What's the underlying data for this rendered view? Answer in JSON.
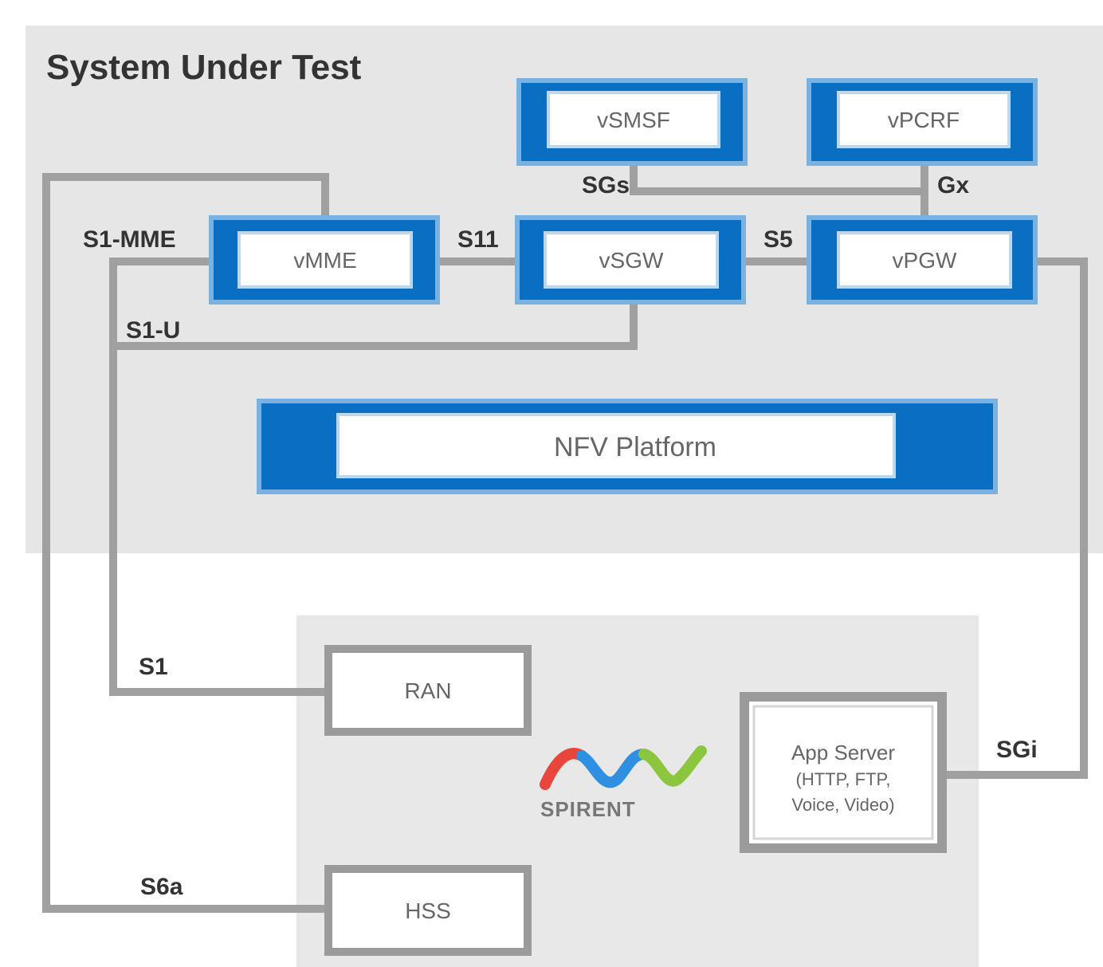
{
  "sut": {
    "title": "System Under Test",
    "nodes": {
      "vsmsf": "vSMSF",
      "vpcrf": "vPCRF",
      "vmme": "vMME",
      "vsgw": "vSGW",
      "vpgw": "vPGW"
    },
    "platform": "NFV Platform"
  },
  "links": {
    "s1_mme": "S1-MME",
    "s11": "S11",
    "s5": "S5",
    "s1_u": "S1-U",
    "sgs": "SGs",
    "gx": "Gx",
    "s1": "S1",
    "s6a": "S6a",
    "sgi": "SGi"
  },
  "tester": {
    "ran": "RAN",
    "hss": "HSS",
    "app_server": [
      "App Server",
      "(HTTP, FTP,",
      "Voice, Video)"
    ],
    "logo_text": "SPIRENT"
  },
  "colors": {
    "sut_bg": "#e6e6e6",
    "tester_bg": "#e8e8e8",
    "node_border": "#0a6fc2",
    "node_halo": "#79b1e0",
    "line": "#a0a0a0",
    "tester_box_border": "#9b9b9b",
    "logo_red": "#e8453c",
    "logo_blue": "#2f8fe0",
    "logo_green": "#8cc63f"
  }
}
